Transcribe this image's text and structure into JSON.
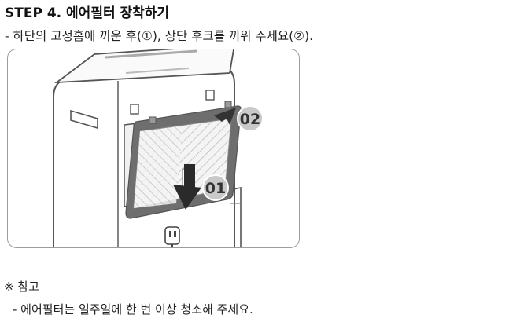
{
  "step": {
    "title": "STEP 4. 에어필터 장착하기",
    "instruction": "- 하단의 고정홈에 끼운 후(①), 상단 후크를 끼워 주세요(②)."
  },
  "illustration": {
    "badge_bottom": "01",
    "badge_top": "02",
    "badge_fill": "#c9c9c9",
    "filter_frame_color": "#7a7a7a",
    "arrow_color": "#3a3a3a"
  },
  "note": {
    "title": "※ 참고",
    "text": "- 에어필터는 일주일에 한 번 이상 청소해 주세요."
  }
}
